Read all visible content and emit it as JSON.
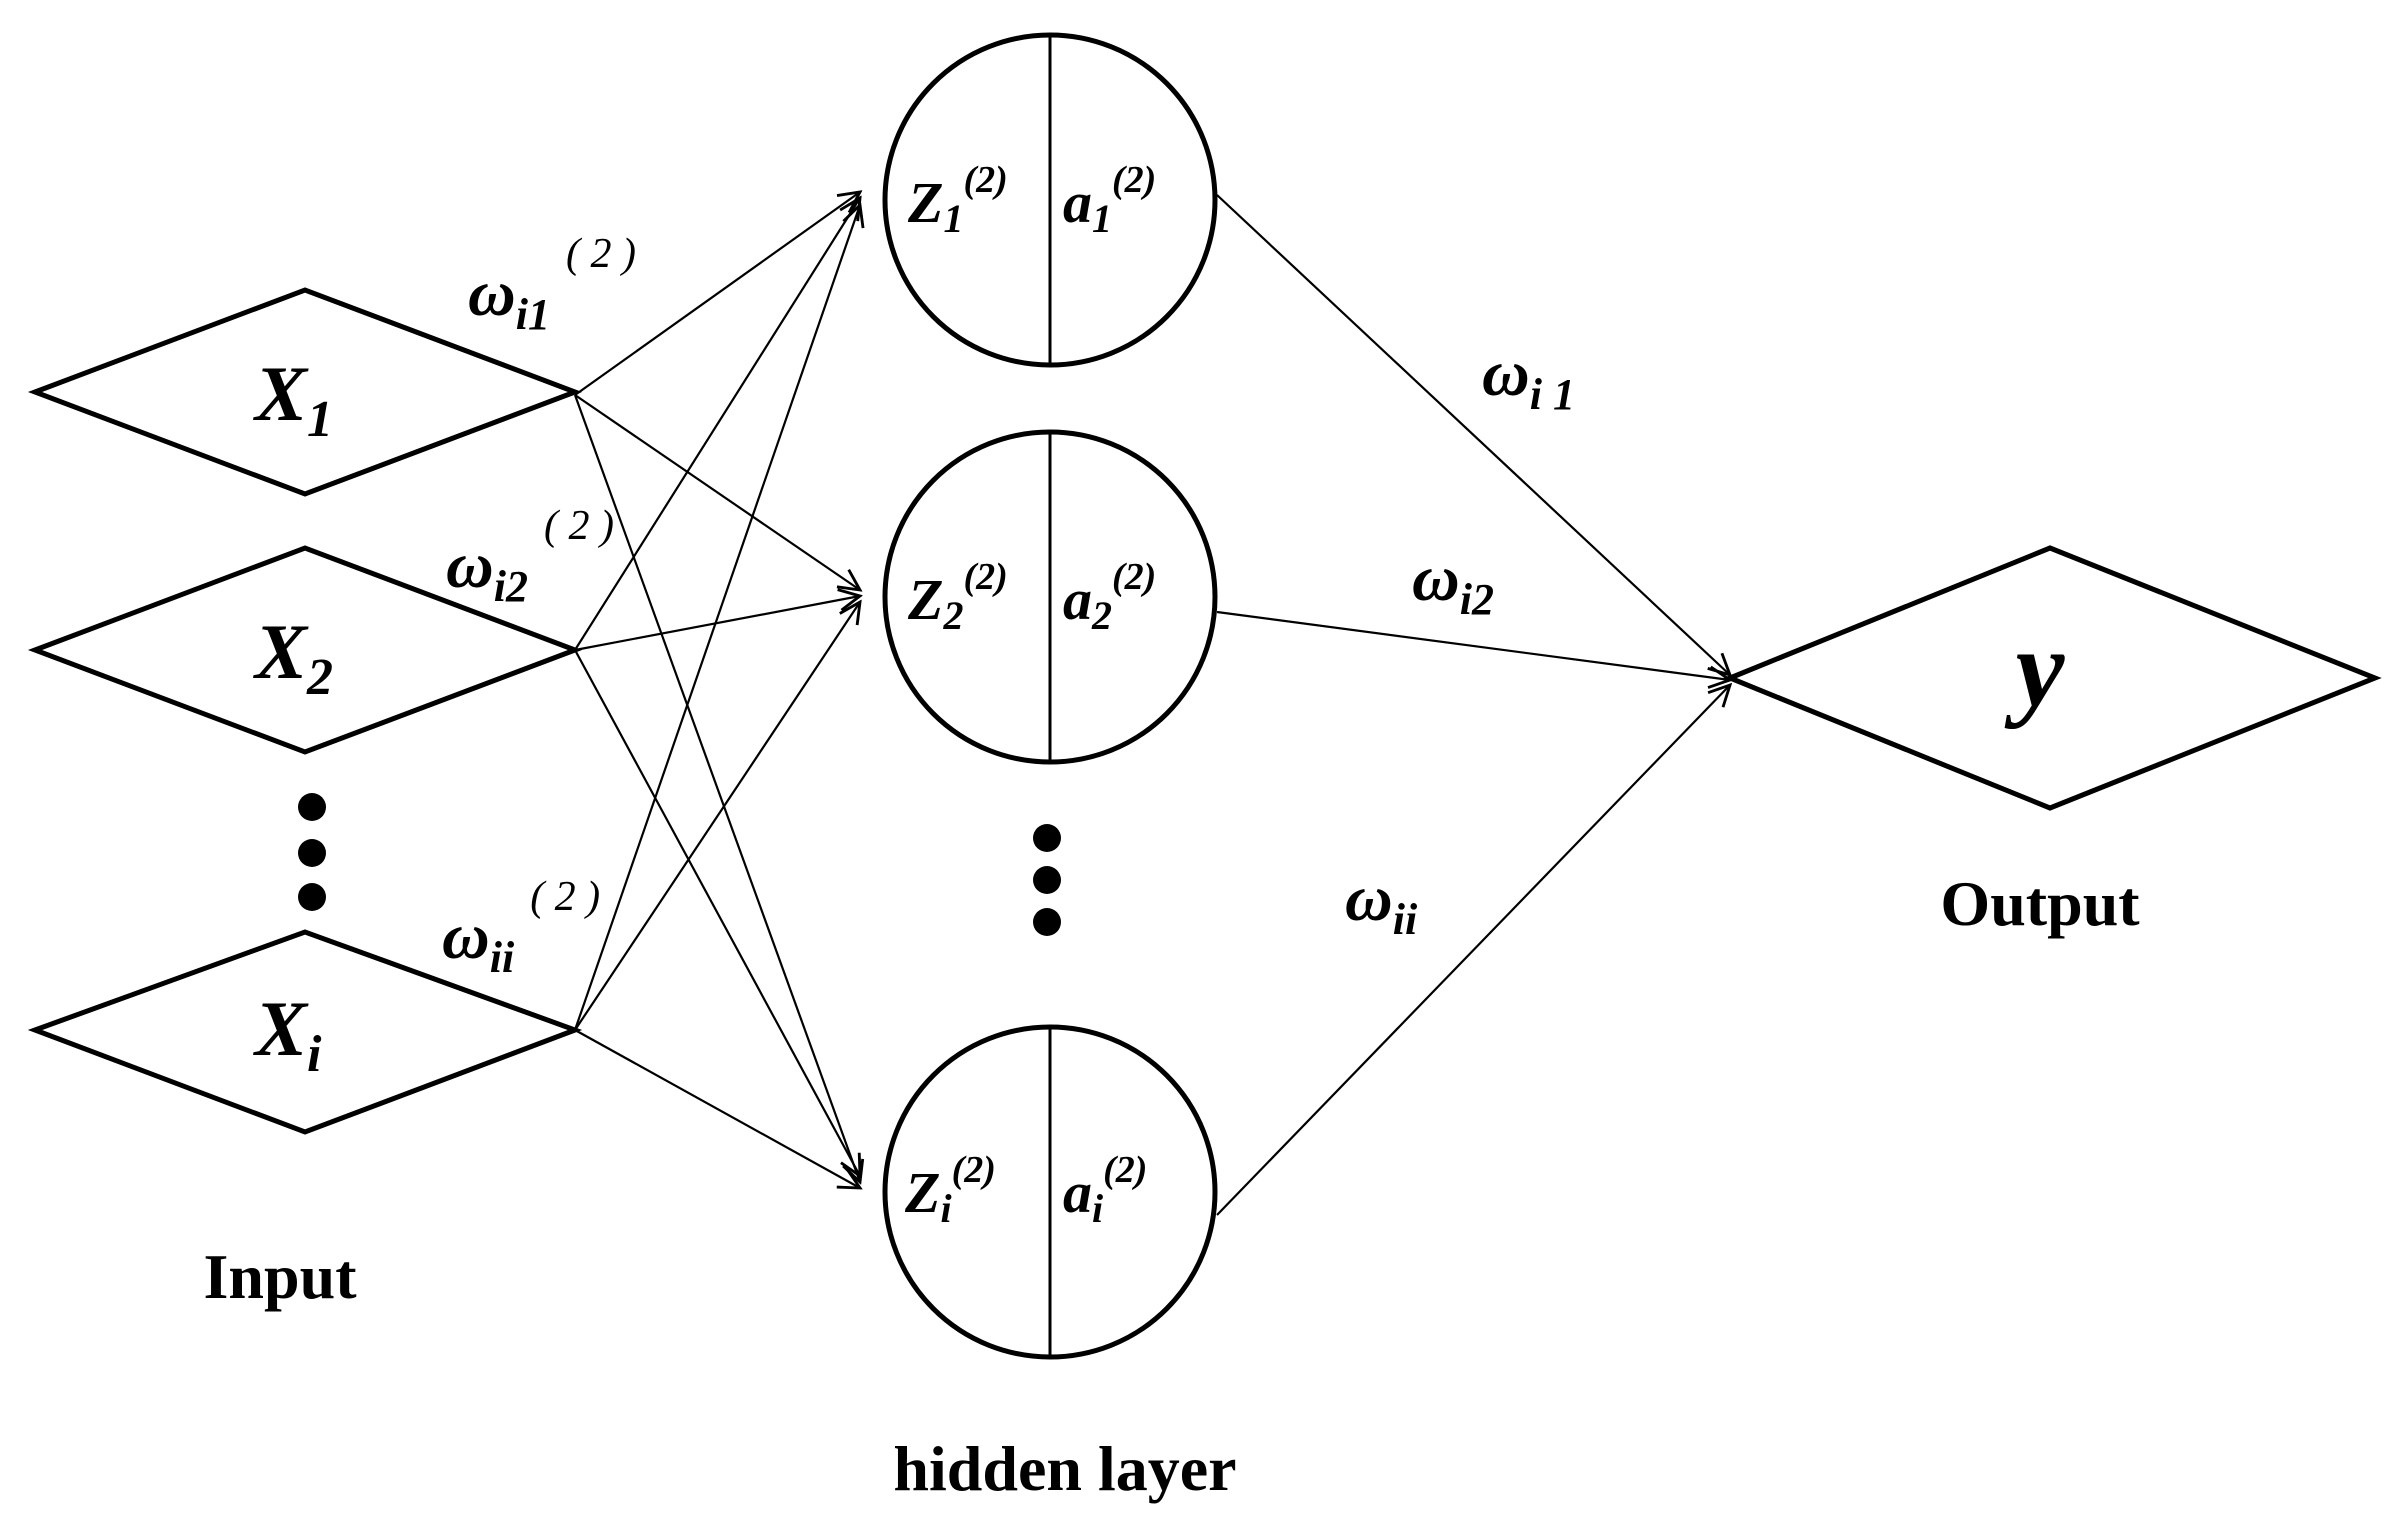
{
  "input_nodes": [
    {
      "base": "X",
      "sub": "1"
    },
    {
      "base": "X",
      "sub": "2"
    },
    {
      "base": "X",
      "sub": "i"
    }
  ],
  "hidden_nodes": [
    {
      "z": "Z",
      "zsub": "1",
      "a": "a",
      "asub": "1",
      "sup": "(2)"
    },
    {
      "z": "Z",
      "zsub": "2",
      "a": "a",
      "asub": "2",
      "sup": "(2)"
    },
    {
      "z": "Z",
      "zsub": "i",
      "a": "a",
      "asub": "i",
      "sup": "(2)"
    }
  ],
  "output_node": {
    "label": "y"
  },
  "input_weights": [
    {
      "sym": "ω",
      "sub": "i1",
      "sup": "( 2 )"
    },
    {
      "sym": "ω",
      "sub": "i2",
      "sup": "( 2 )"
    },
    {
      "sym": "ω",
      "sub": "ii",
      "sup": "( 2 )"
    }
  ],
  "output_weights": [
    {
      "sym": "ω",
      "sub": "i 1"
    },
    {
      "sym": "ω",
      "sub": "i2"
    },
    {
      "sym": "ω",
      "sub": "ii"
    }
  ],
  "captions": {
    "input": "Input",
    "hidden": "hidden layer",
    "output": "Output"
  }
}
